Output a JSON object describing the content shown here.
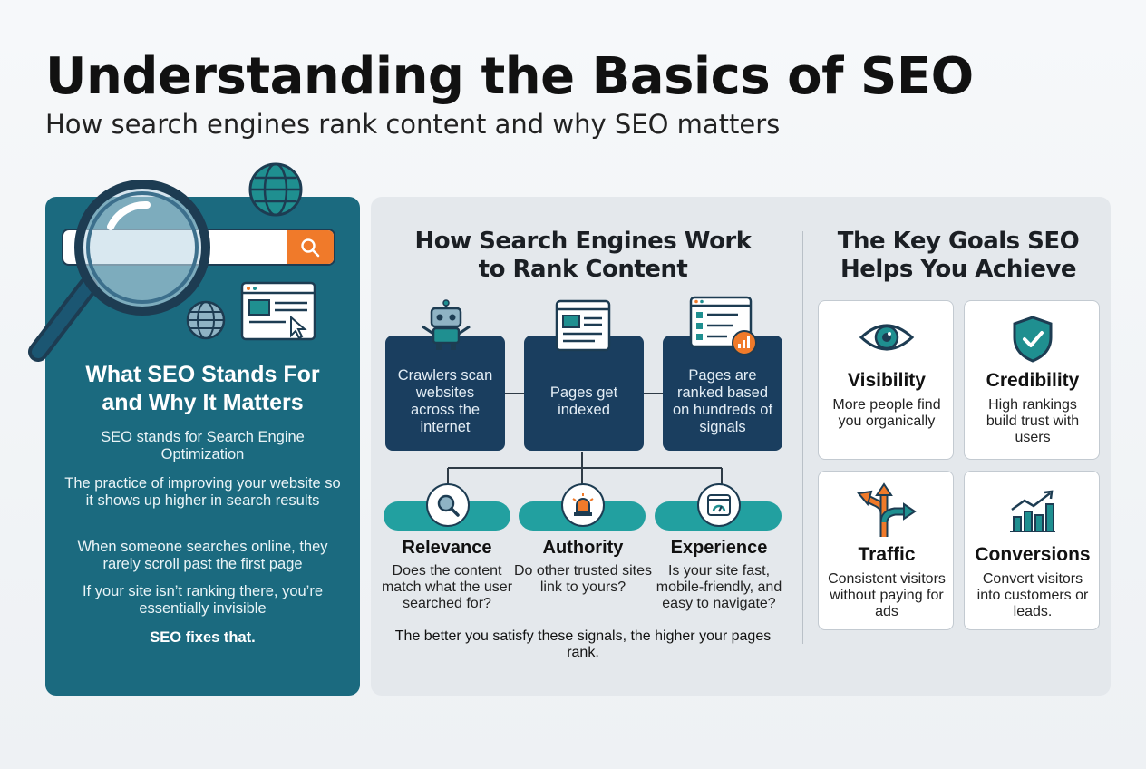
{
  "header": {
    "title": "Understanding the Basics of SEO",
    "subtitle": "How search engines rank content and why SEO matters"
  },
  "left_panel": {
    "heading_line1": "What SEO Stands For",
    "heading_line2": "and Why It Matters",
    "paragraphs": [
      "SEO stands for Search Engine Optimization",
      "The practice of improving your website so it shows up higher in search results",
      "When someone searches online, they rarely scroll past the first page",
      "If your site isn’t ranking there, you’re essentially invisible"
    ],
    "closing": "SEO fixes that.",
    "icons": [
      "magnifying-glass-icon",
      "search-bar-icon",
      "globe-icon",
      "browser-window-icon",
      "cursor-icon"
    ]
  },
  "how_it_works": {
    "heading_line1": "How Search Engines Work",
    "heading_line2": "to Rank Content",
    "steps": [
      {
        "label": "Crawlers scan websites across the internet",
        "icon": "robot-icon"
      },
      {
        "label": "Pages get indexed",
        "icon": "document-icon"
      },
      {
        "label": "Pages are ranked based on hundreds of signals",
        "icon": "ranked-list-icon"
      }
    ],
    "factors": [
      {
        "title": "Relevance",
        "desc": "Does the content match what the user searched for?",
        "icon": "search-icon"
      },
      {
        "title": "Authority",
        "desc": "Do other trusted sites link to yours?",
        "icon": "alarm-light-icon"
      },
      {
        "title": "Experience",
        "desc": "Is your site fast, mobile-friendly, and easy to navigate?",
        "icon": "speed-gauge-icon"
      }
    ],
    "note": "The better you satisfy these signals, the higher your pages rank."
  },
  "goals": {
    "heading_line1": "The Key Goals SEO",
    "heading_line2": "Helps You Achieve",
    "cards": [
      {
        "title": "Visibility",
        "desc": "More people find you organically",
        "icon": "eye-icon"
      },
      {
        "title": "Credibility",
        "desc": "High rankings build trust with users",
        "icon": "shield-check-icon"
      },
      {
        "title": "Traffic",
        "desc": "Consistent visitors without paying for ads",
        "icon": "split-arrows-icon"
      },
      {
        "title": "Conversions",
        "desc": "Convert visitors into customers or leads.",
        "icon": "growth-chart-icon"
      }
    ]
  },
  "colors": {
    "teal_dark": "#1b6a7f",
    "navy": "#1a3e5f",
    "teal": "#22a0a0",
    "orange": "#f07a2a"
  }
}
